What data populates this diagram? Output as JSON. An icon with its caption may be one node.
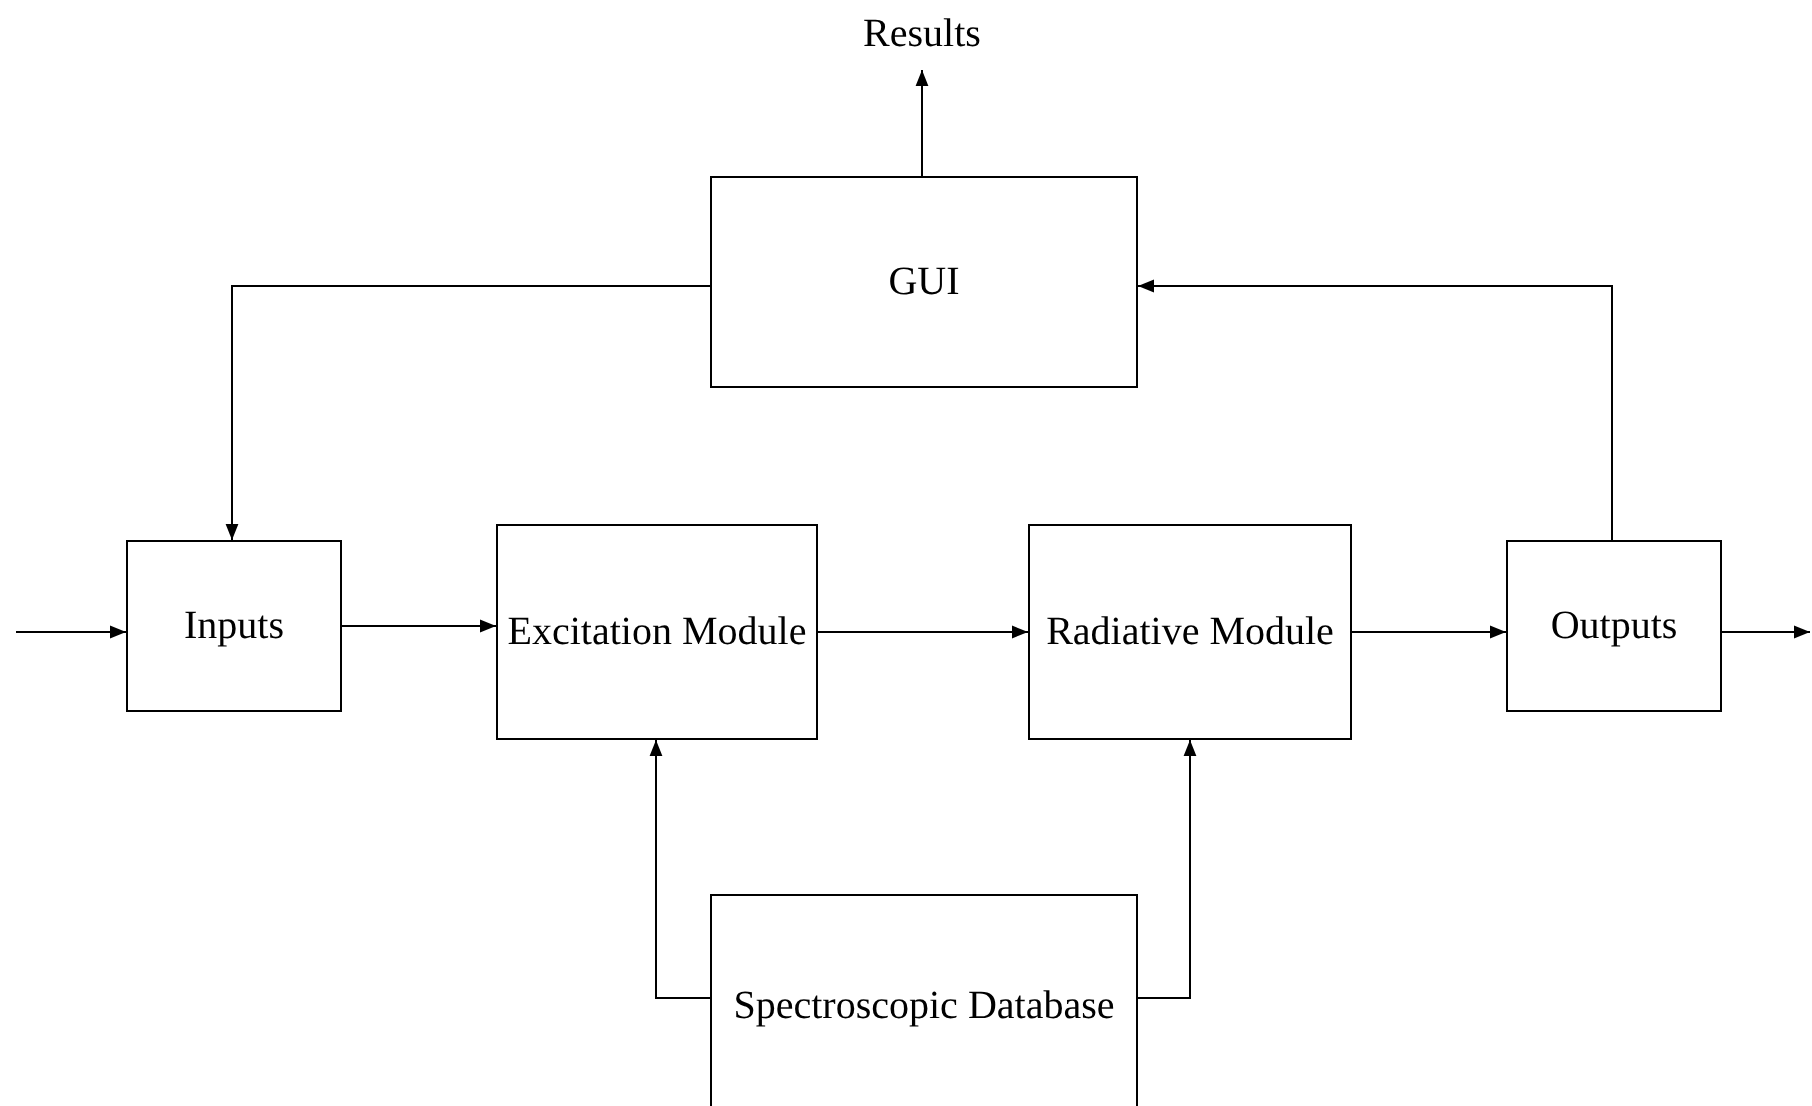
{
  "diagram": {
    "nodes": [
      {
        "text": [
          "Results"
        ]
      },
      {
        "text": [
          "GUI"
        ]
      },
      {
        "text": [
          "Inputs"
        ]
      },
      {
        "text": [
          "Excitation Module"
        ]
      },
      {
        "text": [
          "Radiative Module"
        ]
      },
      {
        "text": [
          "Outputs"
        ]
      },
      {
        "text": [
          "Spectroscopic Database"
        ]
      }
    ],
    "edges": [
      {
        "from": null,
        "to": 2,
        "arrow": "to"
      },
      {
        "from": 2,
        "to": 3,
        "arrow": "to"
      },
      {
        "from": 3,
        "to": 4,
        "arrow": "to"
      },
      {
        "from": 4,
        "to": 5,
        "arrow": "to"
      },
      {
        "from": 5,
        "to": null,
        "arrow": "to"
      },
      {
        "from": 1,
        "to": 0,
        "arrow": "to"
      },
      {
        "from": 5,
        "to": 1,
        "arrow": "to"
      },
      {
        "from": 1,
        "to": 2,
        "arrow": "to"
      },
      {
        "from": 6,
        "to": 3,
        "arrow": "to"
      },
      {
        "from": 6,
        "to": 4,
        "arrow": "to"
      }
    ]
  }
}
